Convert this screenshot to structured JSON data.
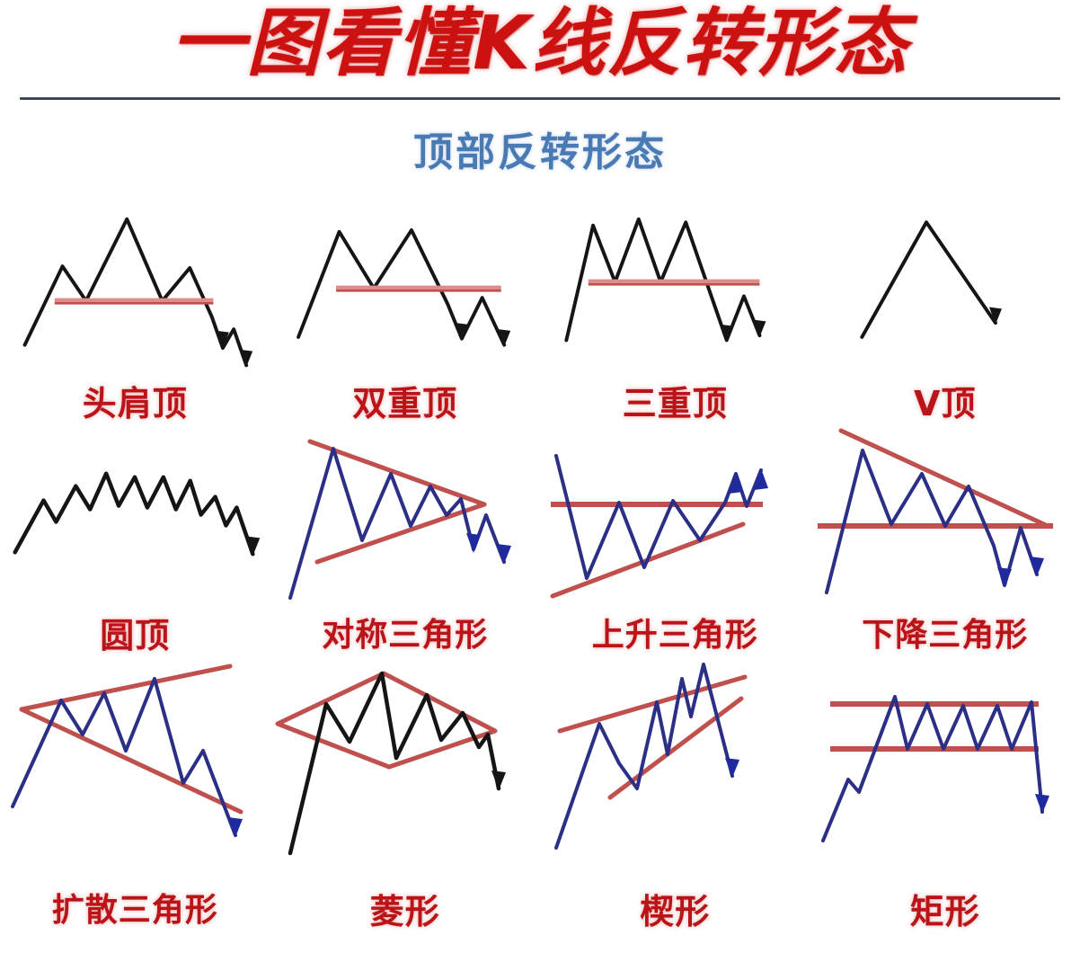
{
  "header": {
    "main_title": "一图看懂K线反转形态",
    "sub_title": "顶部反转形态",
    "title_color": "#cc1111",
    "sub_title_color": "#4a7ab3",
    "divider_color": "#33414f"
  },
  "colors": {
    "price_line_black": "#151515",
    "price_line_blue": "#2b2f86",
    "trendline_red": "#c0504d",
    "label_red": "#bb1418"
  },
  "patterns": [
    {
      "id": "head-and-shoulders-top",
      "label": "头肩顶",
      "line_color": "black",
      "trendline": "horizontal-neckline",
      "arrows": 2,
      "direction": "down"
    },
    {
      "id": "double-top",
      "label": "双重顶",
      "line_color": "black",
      "trendline": "horizontal-neckline",
      "arrows": 2,
      "direction": "down"
    },
    {
      "id": "triple-top",
      "label": "三重顶",
      "line_color": "black",
      "trendline": "horizontal-neckline",
      "arrows": 2,
      "direction": "down"
    },
    {
      "id": "v-top",
      "label": "V顶",
      "line_color": "black",
      "trendline": "none",
      "arrows": 1,
      "direction": "down"
    },
    {
      "id": "rounding-top",
      "label": "圆顶",
      "line_color": "black",
      "trendline": "none",
      "arrows": 1,
      "direction": "down"
    },
    {
      "id": "symmetrical-triangle",
      "label": "对称三角形",
      "line_color": "blue",
      "trendline": "converging",
      "arrows": 2,
      "direction": "down"
    },
    {
      "id": "ascending-triangle",
      "label": "上升三角形",
      "line_color": "blue",
      "trendline": "flat-top-rising-bottom",
      "arrows": 2,
      "direction": "up"
    },
    {
      "id": "descending-triangle",
      "label": "下降三角形",
      "line_color": "blue",
      "trendline": "falling-top-flat-bottom",
      "arrows": 2,
      "direction": "down"
    },
    {
      "id": "broadening-triangle",
      "label": "扩散三角形",
      "line_color": "blue",
      "trendline": "diverging",
      "arrows": 1,
      "direction": "down"
    },
    {
      "id": "diamond",
      "label": "菱形",
      "line_color": "black",
      "trendline": "diamond",
      "arrows": 1,
      "direction": "down"
    },
    {
      "id": "wedge",
      "label": "楔形",
      "line_color": "blue",
      "trendline": "rising-wedge",
      "arrows": 1,
      "direction": "down"
    },
    {
      "id": "rectangle",
      "label": "矩形",
      "line_color": "blue",
      "trendline": "two-horizontals",
      "arrows": 1,
      "direction": "down"
    }
  ],
  "chart_data": {
    "type": "line",
    "title": "一图看懂K线反转形态",
    "subtitle": "顶部反转形态",
    "panels": [
      {
        "name": "头肩顶",
        "series": [
          [
            10,
            170
          ],
          [
            58,
            75
          ],
          [
            88,
            120
          ],
          [
            140,
            18
          ],
          [
            185,
            120
          ],
          [
            220,
            78
          ],
          [
            248,
            140
          ],
          [
            262,
            178
          ],
          [
            272,
            160
          ],
          [
            290,
            205
          ]
        ],
        "neckline_y": 120,
        "neckline_x": [
          48,
          250
        ],
        "arrows": [
          [
            262,
            178
          ],
          [
            290,
            205
          ]
        ]
      },
      {
        "name": "双重顶",
        "series": [
          [
            12,
            160
          ],
          [
            62,
            30
          ],
          [
            102,
            100
          ],
          [
            148,
            30
          ],
          [
            192,
            120
          ],
          [
            208,
            160
          ],
          [
            228,
            112
          ],
          [
            252,
            168
          ]
        ],
        "neckline_y": 100,
        "neckline_x": [
          58,
          240
        ],
        "arrows": [
          [
            208,
            160
          ],
          [
            252,
            168
          ]
        ]
      },
      {
        "name": "三重顶",
        "series": [
          [
            10,
            165
          ],
          [
            42,
            28
          ],
          [
            68,
            95
          ],
          [
            96,
            20
          ],
          [
            122,
            95
          ],
          [
            152,
            25
          ],
          [
            186,
            120
          ],
          [
            202,
            165
          ],
          [
            222,
            112
          ],
          [
            240,
            160
          ]
        ],
        "neckline_y": 95,
        "neckline_x": [
          36,
          238
        ],
        "arrows": [
          [
            202,
            165
          ],
          [
            240,
            160
          ]
        ]
      },
      {
        "name": "V顶",
        "series": [
          [
            30,
            160
          ],
          [
            110,
            25
          ],
          [
            185,
            140
          ]
        ],
        "arrows": [
          [
            185,
            140
          ]
        ]
      },
      {
        "name": "圆顶",
        "series": [
          [
            14,
            140
          ],
          [
            42,
            82
          ],
          [
            56,
            105
          ],
          [
            76,
            70
          ],
          [
            92,
            95
          ],
          [
            110,
            58
          ],
          [
            124,
            92
          ],
          [
            142,
            62
          ],
          [
            158,
            95
          ],
          [
            176,
            62
          ],
          [
            190,
            96
          ],
          [
            206,
            66
          ],
          [
            220,
            100
          ],
          [
            236,
            82
          ],
          [
            250,
            112
          ],
          [
            262,
            92
          ],
          [
            278,
            140
          ]
        ],
        "arrows": [
          [
            278,
            140
          ]
        ]
      },
      {
        "name": "对称三角形",
        "series": [
          [
            18,
            196
          ],
          [
            66,
            40
          ],
          [
            96,
            130
          ],
          [
            128,
            58
          ],
          [
            150,
            116
          ],
          [
            170,
            72
          ],
          [
            190,
            104
          ],
          [
            206,
            86
          ],
          [
            220,
            140
          ],
          [
            232,
            104
          ],
          [
            252,
            150
          ]
        ],
        "upper_trend": [
          [
            58,
            32
          ],
          [
            226,
            92
          ]
        ],
        "lower_trend": [
          [
            48,
            148
          ],
          [
            226,
            92
          ]
        ],
        "arrows": [
          [
            220,
            140
          ],
          [
            252,
            150
          ]
        ]
      },
      {
        "name": "上升三角形",
        "series": [
          [
            14,
            32
          ],
          [
            48,
            162
          ],
          [
            82,
            82
          ],
          [
            108,
            150
          ],
          [
            140,
            80
          ],
          [
            168,
            122
          ],
          [
            196,
            82
          ],
          [
            206,
            56
          ],
          [
            218,
            86
          ],
          [
            232,
            52
          ]
        ],
        "resistance_y": 82,
        "resistance_x": [
          10,
          230
        ],
        "support_trend": [
          [
            12,
            186
          ],
          [
            208,
            104
          ]
        ],
        "arrows": [
          [
            206,
            56
          ],
          [
            232,
            52
          ]
        ]
      },
      {
        "name": "下降三角形",
        "series": [
          [
            14,
            178
          ],
          [
            52,
            30
          ],
          [
            84,
            108
          ],
          [
            112,
            54
          ],
          [
            140,
            110
          ],
          [
            162,
            68
          ],
          [
            188,
            130
          ],
          [
            200,
            170
          ],
          [
            216,
            112
          ],
          [
            236,
            160
          ]
        ],
        "support_y": 108,
        "support_x": [
          8,
          248
        ],
        "resistance_trend": [
          [
            30,
            8
          ],
          [
            244,
            108
          ]
        ],
        "arrows": [
          [
            200,
            170
          ],
          [
            236,
            160
          ]
        ]
      },
      {
        "name": "扩散三角形",
        "series": [
          [
            12,
            160
          ],
          [
            62,
            46
          ],
          [
            86,
            82
          ],
          [
            110,
            38
          ],
          [
            134,
            100
          ],
          [
            166,
            22
          ],
          [
            196,
            134
          ],
          [
            218,
            100
          ],
          [
            252,
            190
          ]
        ],
        "upper_trend": [
          [
            22,
            54
          ],
          [
            246,
            8
          ]
        ],
        "lower_trend": [
          [
            22,
            54
          ],
          [
            258,
            166
          ]
        ],
        "arrows": [
          [
            252,
            190
          ]
        ]
      },
      {
        "name": "菱形",
        "series": [
          [
            18,
            212
          ],
          [
            56,
            50
          ],
          [
            80,
            90
          ],
          [
            114,
            18
          ],
          [
            130,
            106
          ],
          [
            162,
            40
          ],
          [
            178,
            88
          ],
          [
            200,
            60
          ],
          [
            218,
            96
          ],
          [
            228,
            84
          ],
          [
            238,
            140
          ]
        ],
        "diamond": [
          [
            6,
            70
          ],
          [
            118,
            16
          ],
          [
            236,
            78
          ],
          [
            124,
            116
          ]
        ],
        "arrows": [
          [
            238,
            140
          ]
        ]
      },
      {
        "name": "楔形",
        "series": [
          [
            16,
            200
          ],
          [
            62,
            70
          ],
          [
            82,
            112
          ],
          [
            102,
            136
          ],
          [
            122,
            46
          ],
          [
            134,
            100
          ],
          [
            148,
            22
          ],
          [
            158,
            62
          ],
          [
            170,
            8
          ],
          [
            200,
            124
          ]
        ],
        "upper_trend": [
          [
            20,
            76
          ],
          [
            212,
            20
          ]
        ],
        "lower_trend": [
          [
            72,
            146
          ],
          [
            208,
            42
          ]
        ],
        "arrows": [
          [
            200,
            124
          ]
        ]
      },
      {
        "name": "矩形",
        "series": [
          [
            12,
            190
          ],
          [
            38,
            128
          ],
          [
            50,
            142
          ],
          [
            88,
            48
          ],
          [
            100,
            96
          ],
          [
            122,
            48
          ],
          [
            140,
            96
          ],
          [
            160,
            50
          ],
          [
            176,
            96
          ],
          [
            196,
            50
          ],
          [
            212,
            96
          ],
          [
            232,
            48
          ],
          [
            244,
            160
          ]
        ],
        "resistance_y": 48,
        "support_y": 96,
        "band_x": [
          20,
          238
        ],
        "arrows": [
          [
            244,
            160
          ]
        ]
      }
    ]
  }
}
